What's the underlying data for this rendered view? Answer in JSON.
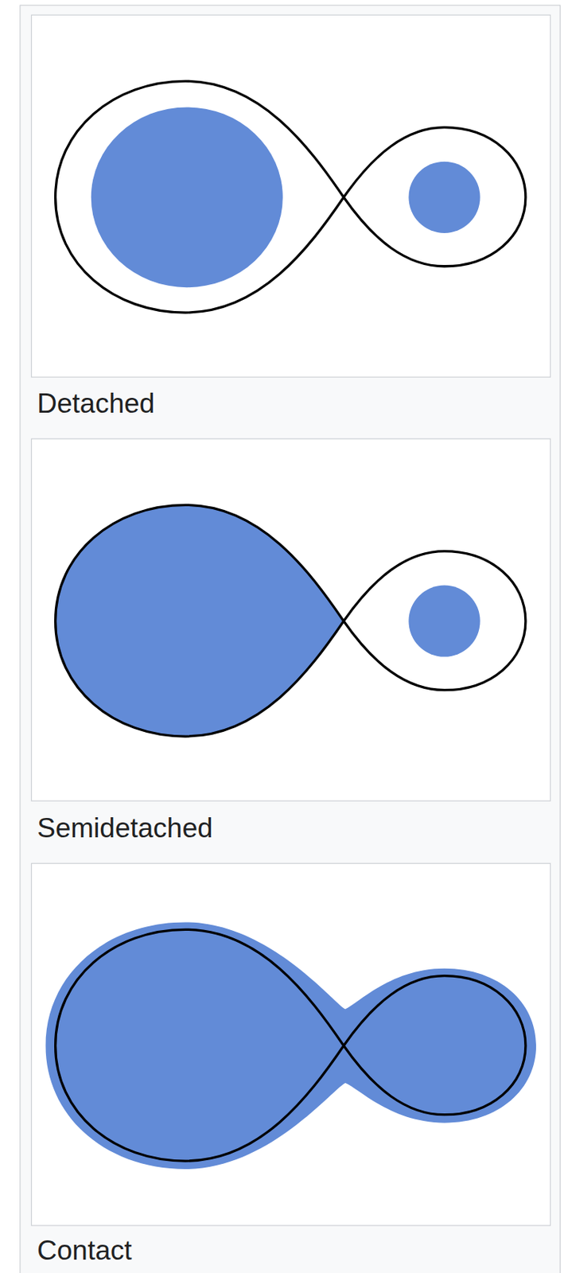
{
  "diagram": {
    "labels": [
      "Detached",
      "Semidetached",
      "Contact"
    ]
  }
}
